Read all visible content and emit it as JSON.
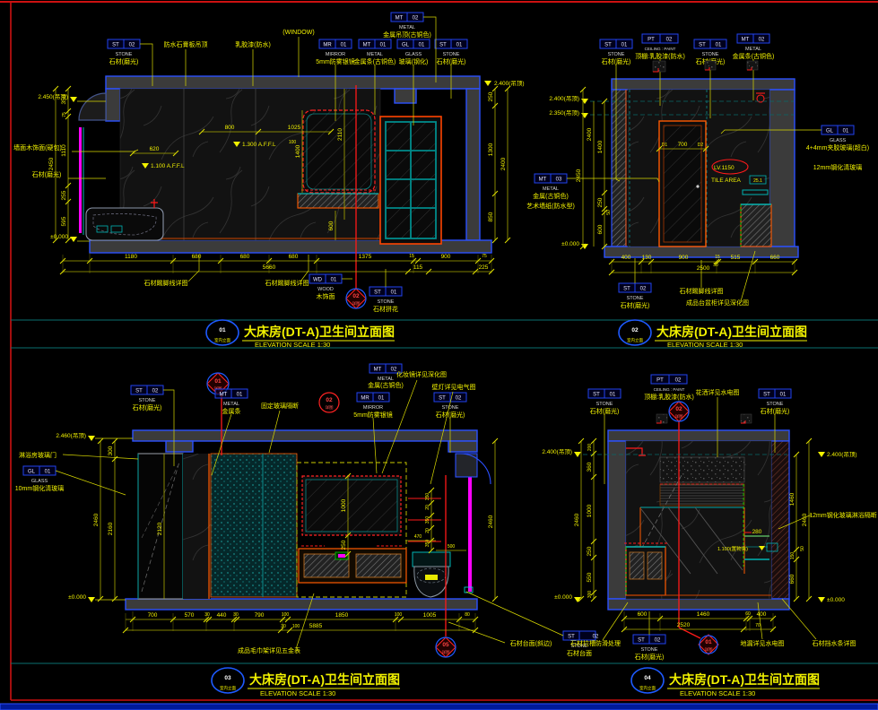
{
  "titles": [
    {
      "num": "01",
      "cn": "大床房(DT-A)卫生间立面图",
      "tag": "室内立面",
      "sub": "ELEVATION   SCALE   1:30"
    },
    {
      "num": "02",
      "cn": "大床房(DT-A)卫生间立面图",
      "tag": "室内立面",
      "sub": "ELEVATION   SCALE   1:30"
    },
    {
      "num": "03",
      "cn": "大床房(DT-A)卫生间立面图",
      "tag": "室内立面",
      "sub": "ELEVATION   SCALE   1:30"
    },
    {
      "num": "04",
      "cn": "大床房(DT-A)卫生间立面图",
      "tag": "室内立面",
      "sub": "ELEVATION   SCALE   1:30"
    }
  ],
  "e1": {
    "tags": [
      {
        "code": "ST",
        "num": "02",
        "name": "STONE",
        "desc": "石材(磨光)"
      },
      {
        "code": "MR",
        "num": "01",
        "name": "MIRROR",
        "desc": "5mm防雾银镜"
      },
      {
        "code": "MT",
        "num": "01",
        "name": "METAL",
        "desc": "金属条(古铜色)"
      },
      {
        "code": "GL",
        "num": "01",
        "name": "GLASS",
        "desc": "玻璃(钢化)"
      },
      {
        "code": "ST",
        "num": "01",
        "name": "STONE",
        "desc": "石材(磨光)"
      },
      {
        "code": "MT",
        "num": "02",
        "name": "METAL",
        "desc": "金属吊顶(古铜色)"
      },
      {
        "code": "WD",
        "num": "01",
        "name": "WOOD",
        "desc": "木饰面"
      },
      {
        "code": "ST",
        "num": "01",
        "name": "STONE",
        "desc": "石材拼花"
      }
    ],
    "notes": [
      "防水石膏板吊顶",
      "乳胶漆(防水)",
      "(WINDOW)",
      "墙面木饰面(硬包)",
      "石材(磨光)",
      "石材踢脚线详图",
      "石材踢脚线详图"
    ],
    "levels": [
      "2.450(吊顶)",
      "±0.000",
      "2.400(吊顶)",
      "1.300 A.F.F.L",
      "1.100 A.F.F.L"
    ],
    "dims_bottom": [
      "1180",
      "680",
      "680",
      "680",
      "1375",
      "15",
      "900",
      "75"
    ],
    "dims_total": [
      "5660",
      "115",
      "225"
    ],
    "dims_left": [
      "350",
      "75",
      "1110",
      "255",
      "595"
    ],
    "dim_left_total": "2450",
    "dims_right": [
      "250",
      "1300",
      "850"
    ],
    "dim_right_total": "2400",
    "dims_inner": [
      "620",
      "800",
      "1025",
      "1400",
      "2110",
      "600",
      "100"
    ],
    "bubble": {
      "num": "02",
      "label": "详图"
    }
  },
  "e2": {
    "tags": [
      {
        "code": "ST",
        "num": "01",
        "name": "STONE",
        "desc": "石材(磨光)"
      },
      {
        "code": "PT",
        "num": "02",
        "name": "CEILING : PAINT",
        "desc": "顶棚:乳胶漆(防水)"
      },
      {
        "code": "ST",
        "num": "01",
        "name": "STONE",
        "desc": "石材(磨光)"
      },
      {
        "code": "MT",
        "num": "02",
        "name": "METAL",
        "desc": "金属条(古铜色)"
      },
      {
        "code": "MT",
        "num": "03",
        "name": "METAL",
        "desc": "金属(古铜色)"
      },
      {
        "code": "GL",
        "num": "01",
        "name": "GLASS",
        "desc": "4+4mm夹胶玻璃(超白)"
      },
      {
        "code": "ST",
        "num": "02",
        "name": "STONE",
        "desc": "石材(磨光)"
      }
    ],
    "notes": [
      "艺术墙纸(防水型)",
      "12mm钢化清玻璃",
      "TILE AREA",
      "25.1",
      "石材踢脚线详图",
      "成品台盆柜详见深化图"
    ],
    "levels": [
      "2.400(吊顶)",
      "2.350(吊顶)",
      "±0.000",
      "LV.1150"
    ],
    "dims_bottom": [
      "400",
      "130",
      "900",
      "15",
      "515",
      "660"
    ],
    "dims_total": [
      "30",
      "2500"
    ],
    "dims_left": [
      "2400",
      "1400",
      "250",
      "50",
      "600"
    ],
    "dim_left_total": "2450",
    "door_dims": [
      "700",
      "D1",
      "D2"
    ]
  },
  "e3": {
    "tags": [
      {
        "code": "ST",
        "num": "02",
        "name": "STONE",
        "desc": "石材(磨光)"
      },
      {
        "code": "MT",
        "num": "01",
        "name": "METAL",
        "desc": "金属条"
      },
      {
        "code": "MT",
        "num": "02",
        "name": "METAL",
        "desc": "金属(古铜色)"
      },
      {
        "code": "MR",
        "num": "01",
        "name": "MIRROR",
        "desc": "5mm防雾银镜"
      },
      {
        "code": "ST",
        "num": "02",
        "name": "STONE",
        "desc": "石材(磨光)"
      },
      {
        "code": "GL",
        "num": "01",
        "name": "GLASS",
        "desc": "10mm钢化清玻璃"
      },
      {
        "code": "ST",
        "num": "02",
        "name": "STONE",
        "desc": "石材台面"
      }
    ],
    "notes": [
      "固定玻璃隔断",
      "化妆镜详见深化图",
      "壁灯详见电气图",
      "淋浴房玻璃门",
      "成品毛巾架详见五金表",
      "石材台面(斜边)"
    ],
    "levels": [
      "2.460(吊顶)",
      "±0.000"
    ],
    "dims_bottom": [
      "700",
      "570",
      "30",
      "440",
      "30",
      "790",
      "100",
      "1850",
      "100",
      "1005",
      "80"
    ],
    "dims_total": [
      "30",
      "100",
      "5885"
    ],
    "dims_left": [
      "300",
      "2160"
    ],
    "dim_left_total": "2460",
    "dim_right_total": "2460",
    "dims_inner": [
      "2120",
      "1000",
      "250"
    ],
    "dims_niche": [
      "350",
      "20",
      "350",
      "20",
      "350",
      "470",
      "500"
    ],
    "bubbles": [
      {
        "num": "01",
        "label": "详图"
      },
      {
        "num": "02",
        "label": "详图"
      },
      {
        "num": "05",
        "label": "详图"
      }
    ]
  },
  "e4": {
    "tags": [
      {
        "code": "ST",
        "num": "01",
        "name": "STONE",
        "desc": "石材(磨光)"
      },
      {
        "code": "PT",
        "num": "02",
        "name": "CEILING : PAINT",
        "desc": "顶棚:乳胶漆(防水)"
      },
      {
        "code": "ST",
        "num": "01",
        "name": "STONE",
        "desc": "石材(磨光)"
      },
      {
        "code": "ST",
        "num": "02",
        "name": "STONE",
        "desc": "石材(磨光)"
      }
    ],
    "notes": [
      "花洒详见水电图",
      "12mm钢化玻璃淋浴隔断",
      "石材拉槽防滑处理",
      "地漏详见水电图",
      "石材挡水条详图"
    ],
    "levels": [
      "2.400(吊顶)",
      "±0.000",
      "2.400(吊顶)",
      "±0.000",
      "1.100(置物龛)"
    ],
    "dims_bottom": [
      "600",
      "1460",
      "60",
      "400"
    ],
    "dims_total": [
      "2520",
      "70"
    ],
    "dims_left": [
      "200",
      "360",
      "1000",
      "250",
      "550",
      "300"
    ],
    "dim_left_total": "2460",
    "dims_right": [
      "1460",
      "150",
      "660",
      "50"
    ],
    "dim_right_total": "2460",
    "niche_dim": "280",
    "bubbles": [
      {
        "num": "02",
        "label": "详图"
      },
      {
        "num": "01",
        "label": "详图"
      }
    ]
  }
}
